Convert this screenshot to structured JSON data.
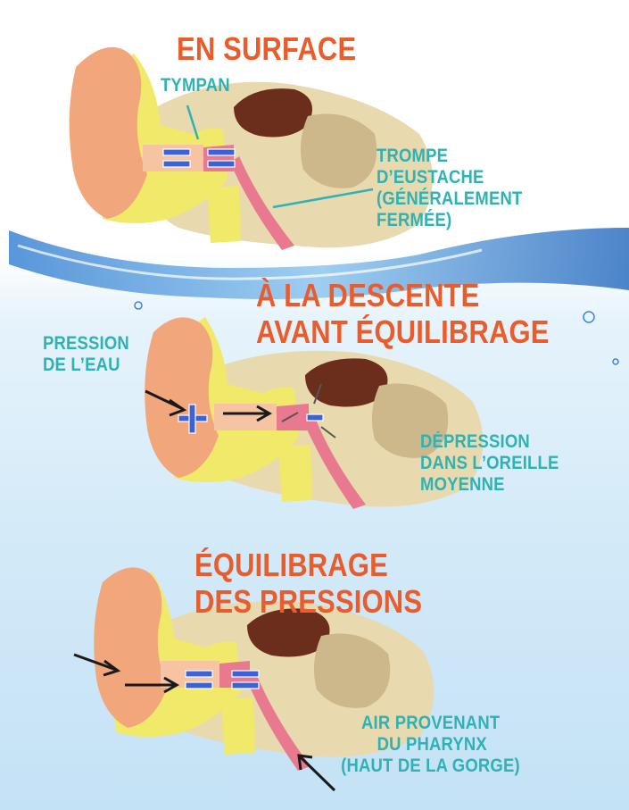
{
  "panels": [
    {
      "title_lines": [
        "EN SURFACE"
      ],
      "labels": [
        {
          "lines": [
            "TYMPAN"
          ]
        },
        {
          "lines": [
            "TROMPE",
            "D’EUSTACHE",
            "(GÉNÉRALEMENT",
            "FERMÉE)"
          ]
        }
      ],
      "pressure_outer": "=",
      "pressure_middle": "="
    },
    {
      "title_lines": [
        "À LA DESCENTE",
        "AVANT ÉQUILIBRAGE"
      ],
      "labels": [
        {
          "lines": [
            "PRESSION",
            "DE L’EAU"
          ]
        },
        {
          "lines": [
            "DÉPRESSION",
            "DANS L’OREILLE",
            "MOYENNE"
          ]
        }
      ],
      "pressure_outer": "+",
      "pressure_middle": "-"
    },
    {
      "title_lines": [
        "ÉQUILIBRAGE",
        "DES PRESSIONS"
      ],
      "labels": [
        {
          "lines": [
            "AIR PROVENANT",
            "DU PHARYNX",
            "(HAUT DE LA GORGE)"
          ]
        }
      ],
      "pressure_outer": "=",
      "pressure_middle": "="
    }
  ],
  "colors": {
    "title": "#e95c2c",
    "label": "#2fb2b4",
    "pressure_sign": "#3b62d6",
    "outer_ear": "#f2a67c",
    "bone": "#f1e96a",
    "brain": "#6b2e1c",
    "tissue": "#d7c69a",
    "eustachian": "#e8798f",
    "water": "#4f9fe0"
  }
}
